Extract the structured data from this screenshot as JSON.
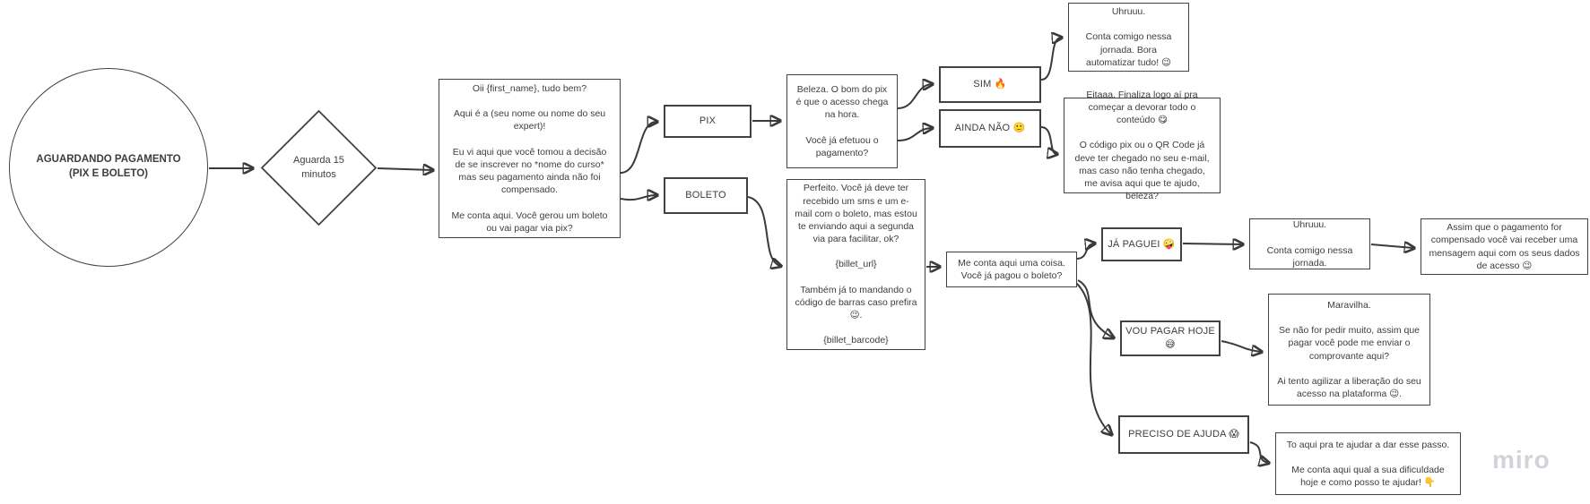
{
  "board_title": "AGUARDANDO PAGAMENTO (PIX E BOLETO)",
  "watermark": "miro",
  "colors": {
    "background": "#ffffff",
    "shape_border": "#424242",
    "text": "#3d3d3d",
    "connector": "#3a3a3a",
    "watermark": "#d2d2d9"
  },
  "nodes": {
    "start": {
      "label": "AGUARDANDO PAGAMENTO (PIX E BOLETO)"
    },
    "wait": {
      "label": "Aguarda 15\nminutos"
    },
    "intro": {
      "text": "Oii {first_name}, tudo bem?\n\nAqui é a (seu nome ou nome do seu expert)!\n\nEu vi aqui que você tomou a decisão de se inscrever no *nome do curso* mas seu pagamento ainda não foi compensado.\n\nMe conta aqui. Você gerou um boleto ou vai pagar via pix?"
    },
    "pix": {
      "label": "PIX"
    },
    "boleto": {
      "label": "BOLETO"
    },
    "pix_question": {
      "text": "Beleza. O bom do pix é que o acesso chega na hora.\n\nVocê já efetuou o pagamento?"
    },
    "sim": {
      "label": "SIM 🔥"
    },
    "ainda_nao": {
      "label": "AINDA NÃO 🙂"
    },
    "sim_reply": {
      "text": "Uhruuu.\n\nConta comigo nessa jornada. Bora automatizar tudo! 😉"
    },
    "ainda_nao_reply": {
      "text": "Eitaaa. Finaliza logo aí pra começar a devorar todo o conteúdo 😋\n\nO código pix ou o QR Code já deve ter chegado no seu e-mail, mas caso não tenha chegado, me avisa aqui que te ajudo, beleza?"
    },
    "boleto_message": {
      "text": "Perfeito. Você já deve ter recebido um sms e um e-mail com o boleto, mas estou te enviando aqui a segunda via para facilitar, ok?\n\n{billet_url}\n\nTambém já to mandando o código de barras caso prefira 😉.\n\n{billet_barcode}"
    },
    "boleto_question": {
      "text": "Me conta aqui uma coisa. Você já pagou o boleto?"
    },
    "ja_paguei": {
      "label": "JÁ PAGUEI 🤪"
    },
    "vou_pagar": {
      "label": "VOU PAGAR HOJE 😅"
    },
    "preciso_ajuda": {
      "label": "PRECISO DE AJUDA 😱"
    },
    "ja_paguei_reply": {
      "text": "Uhruuu.\n\nConta comigo nessa jornada."
    },
    "access_info": {
      "text": "Assim que o pagamento for compensado você vai receber uma mensagem aqui com os seus dados de acesso 😉"
    },
    "vou_pagar_reply": {
      "text": "Maravilha.\n\nSe não for pedir muito, assim que pagar você pode me enviar o comprovante aqui?\n\nAi tento agilizar a liberação do seu acesso na plataforma 😉."
    },
    "ajuda_reply": {
      "text": "To aqui pra te ajudar a dar esse passo.\n\nMe conta aqui qual a sua dificuldade hoje e como posso te ajudar! 👇"
    }
  }
}
